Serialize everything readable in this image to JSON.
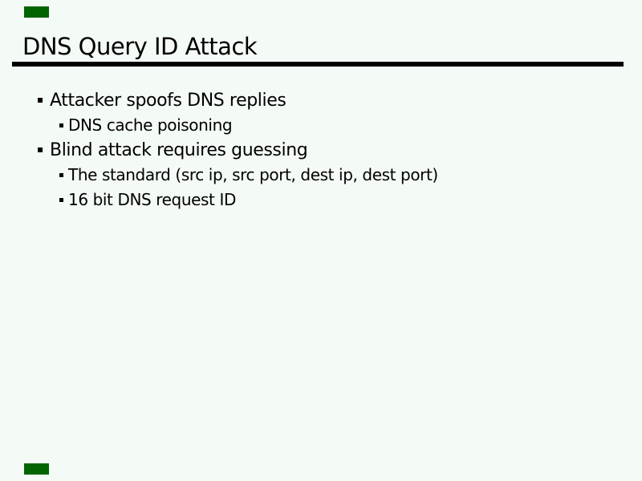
{
  "slide": {
    "title": "DNS Query ID Attack",
    "bullets": [
      {
        "level": 1,
        "text": "Attacker spoofs DNS replies"
      },
      {
        "level": 2,
        "text": "DNS cache poisoning"
      },
      {
        "level": 1,
        "text": "Blind attack requires guessing"
      },
      {
        "level": 2,
        "text": "The standard (src ip, src port, dest ip, dest port)"
      },
      {
        "level": 2,
        "text": "16 bit DNS request ID"
      }
    ],
    "colors": {
      "background": "#f4faf5",
      "text": "#000000",
      "rule": "#000000",
      "corner_marker": "#006400"
    }
  }
}
